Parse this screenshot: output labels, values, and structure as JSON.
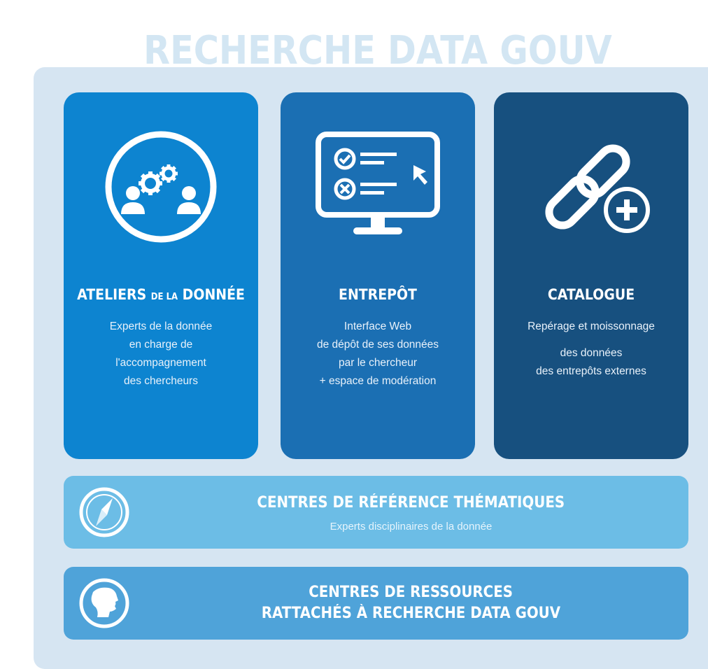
{
  "title": "RECHERCHE DATA GOUV",
  "cards": [
    {
      "title_main": "ATELIERS",
      "title_small": "DE LA",
      "title_end": "DONNÉE",
      "lines": [
        "Experts de la donnée",
        "en charge de",
        "l'accompagnement",
        "des chercheurs"
      ],
      "icon": "people-gears-icon"
    },
    {
      "title": "ENTREPÔT",
      "lines": [
        "Interface Web",
        "de dépôt de ses données",
        "par le chercheur",
        "+ espace de modération"
      ],
      "icon": "monitor-checklist-icon"
    },
    {
      "title": "CATALOGUE",
      "lines": [
        "Repérage et moissonnage",
        "des données",
        "des entrepôts externes"
      ],
      "icon": "link-plus-icon"
    }
  ],
  "bands": [
    {
      "title": "CENTRES DE RÉFÉRENCE THÉMATIQUES",
      "subtitle": "Experts disciplinaires de la donnée",
      "icon": "compass-icon"
    },
    {
      "title_line1": "CENTRES DE RESSOURCES",
      "title_line2": "RATTACHÉS À RECHERCHE DATA GOUV",
      "icon": "marianne-profile-icon"
    }
  ],
  "colors": {
    "panel": "#d6e5f2",
    "card1": "#0d84d0",
    "card2": "#1b6fb3",
    "card3": "#17507f",
    "band1": "#6cbde6",
    "band2": "#4fa3d9",
    "title": "#d3e6f3"
  }
}
